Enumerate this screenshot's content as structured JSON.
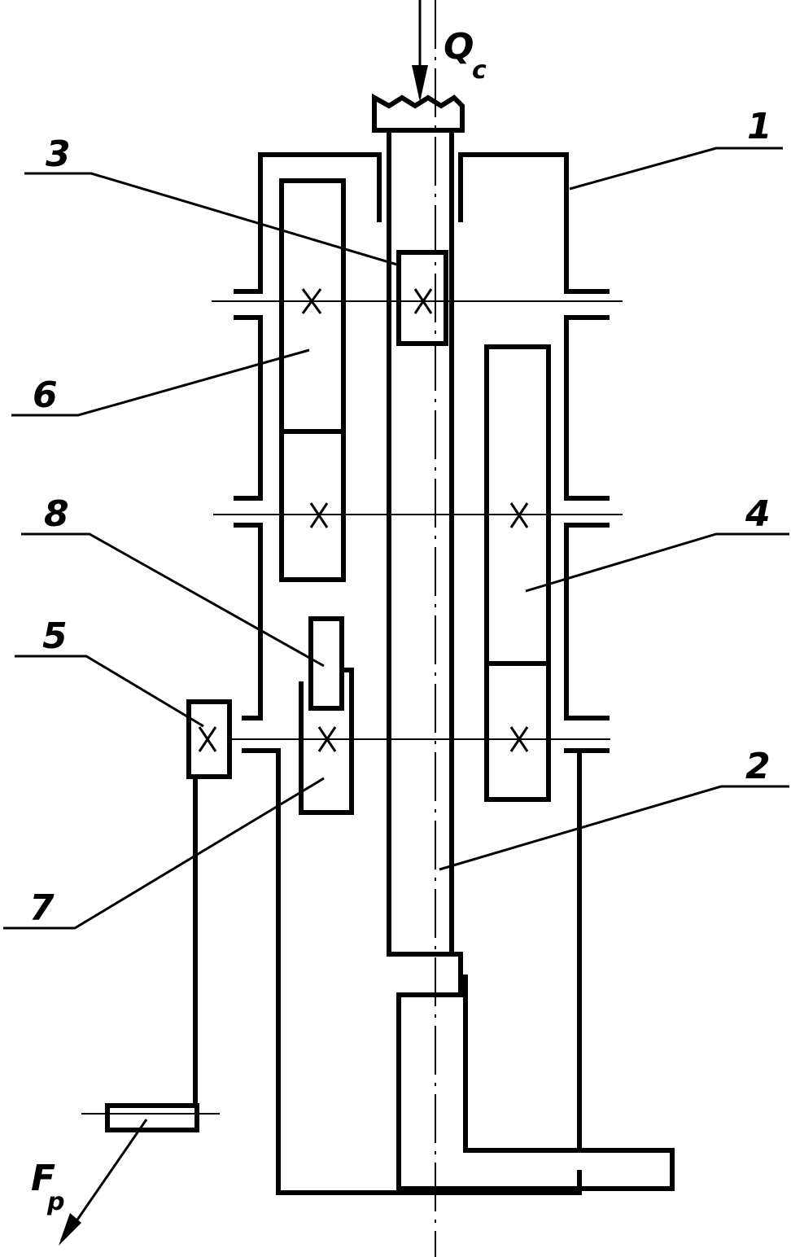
{
  "labels": {
    "part1": "1",
    "part2": "2",
    "part3": "3",
    "part4": "4",
    "part5": "5",
    "part6": "6",
    "part7": "7",
    "part8": "8"
  },
  "forces": {
    "input_main": "Q",
    "input_sub": "c",
    "output_main": "F",
    "output_sub": "p"
  }
}
